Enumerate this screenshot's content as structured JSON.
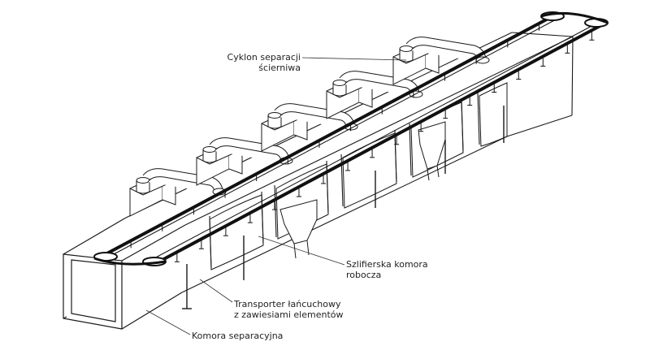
{
  "labels": {
    "cyclone_line1": "Cyklon separacji",
    "cyclone_line2": "ścierniwa",
    "chamber_line1": "Szlifierska komora",
    "chamber_line2": "robocza",
    "conveyor_line1": "Transporter łańcuchowy",
    "conveyor_line2": "z zawiesiami elementów",
    "separation_chamber": "Komora separacyjna"
  },
  "colors": {
    "ink": "#1a1a1a",
    "belt": "#111111",
    "background": "#ffffff"
  }
}
